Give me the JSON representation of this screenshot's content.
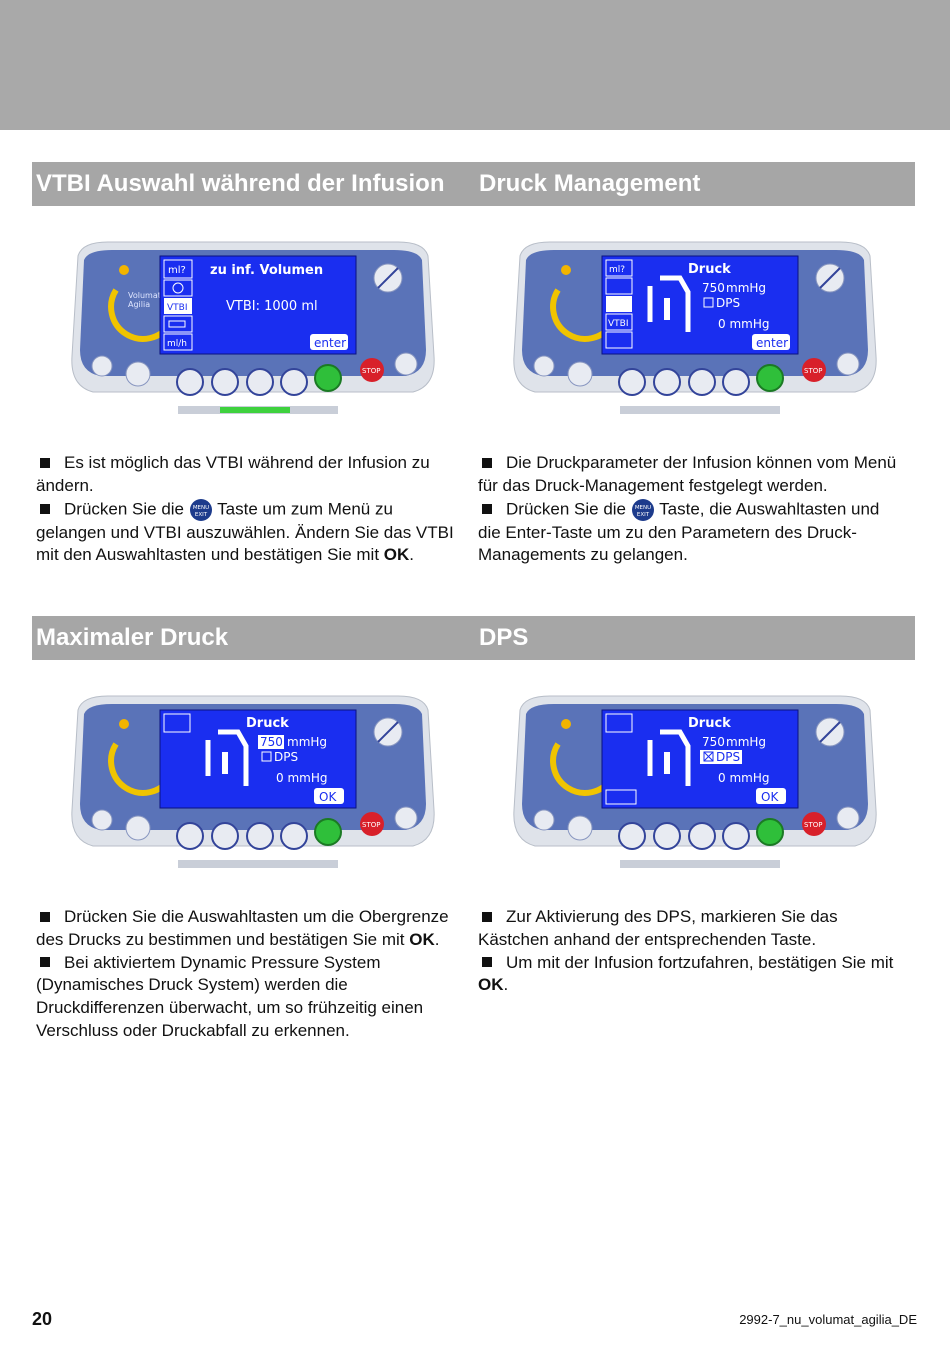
{
  "page_number": "20",
  "doc_id": "2992-7_nu_volumat_agilia_DE",
  "sections": {
    "vtbi": {
      "title": "VTBI Auswahl während der Infusion",
      "screen": {
        "title": "zu inf. Volumen",
        "value": "VTBI: 1000 ml",
        "button": "enter",
        "side_icons": [
          "ml?",
          "VTBI",
          "ml/h"
        ],
        "progress_leds_on": 6
      },
      "bullet1": "Es ist möglich das VTBI während der Infusion zu ändern.",
      "bullet2_a": "Drücken Sie die",
      "bullet2_b": "Taste um zum Menü zu gelangen und VTBI auszuwählen. Ändern Sie das VTBI mit den Auswahltasten und bestätigen Sie mit",
      "bullet2_ok": "OK",
      "bullet2_end": "."
    },
    "druck_mgmt": {
      "title": "Druck Management",
      "screen": {
        "title": "Druck",
        "pressure": "750",
        "unit": "mmHg",
        "dps": "DPS",
        "current": "0 mmHg",
        "button": "enter",
        "side_icons": [
          "ml?",
          "VTBI"
        ]
      },
      "bullet1": "Die Druckparameter der Infusion können vom Menü für das Druck-Management festgelegt werden.",
      "bullet2_a": "Drücken Sie die",
      "bullet2_b": "Taste, die Auswahltasten und die Enter-Taste um zu den Parametern des Druck-Managements zu gelangen."
    },
    "max_druck": {
      "title": "Maximaler Druck",
      "screen": {
        "title": "Druck",
        "pressure": "750",
        "unit": "mmHg",
        "dps": "DPS",
        "current": "0 mmHg",
        "button": "OK"
      },
      "bullet1_a": "Drücken Sie die Auswahltasten um die Obergrenze des Drucks zu bestimmen und bestätigen Sie mit",
      "bullet1_ok": "OK",
      "bullet1_end": ".",
      "bullet2": "Bei aktiviertem Dynamic Pressure System (Dynamisches Druck System) werden die Druckdifferenzen überwacht, um so frühzeitig einen Verschluss oder Druckabfall zu erkennen."
    },
    "dps": {
      "title": "DPS",
      "screen": {
        "title": "Druck",
        "pressure": "750",
        "unit": "mmHg",
        "dps": "DPS",
        "current": "0 mmHg",
        "button": "OK"
      },
      "bullet1": "Zur Aktivierung des DPS, markieren Sie das Kästchen anhand der entsprechenden Taste.",
      "bullet2_a": "Um mit der Infusion fortzufahren, bestätigen Sie mit",
      "bullet2_ok": "OK",
      "bullet2_end": "."
    }
  },
  "device": {
    "brand_line1": "Volumat",
    "brand_line2": "Agilia",
    "stop_label": "STOP",
    "menu_label": "MENU",
    "exit_label": "EXIT"
  },
  "colors": {
    "header_band": "#a9a9a9",
    "section_bar": "#a6a6a6",
    "lcd_blue": "#1a2ef0",
    "panel_blue": "#5a73b8",
    "stop_red": "#d8202a",
    "ok_green": "#2fbf3a"
  }
}
